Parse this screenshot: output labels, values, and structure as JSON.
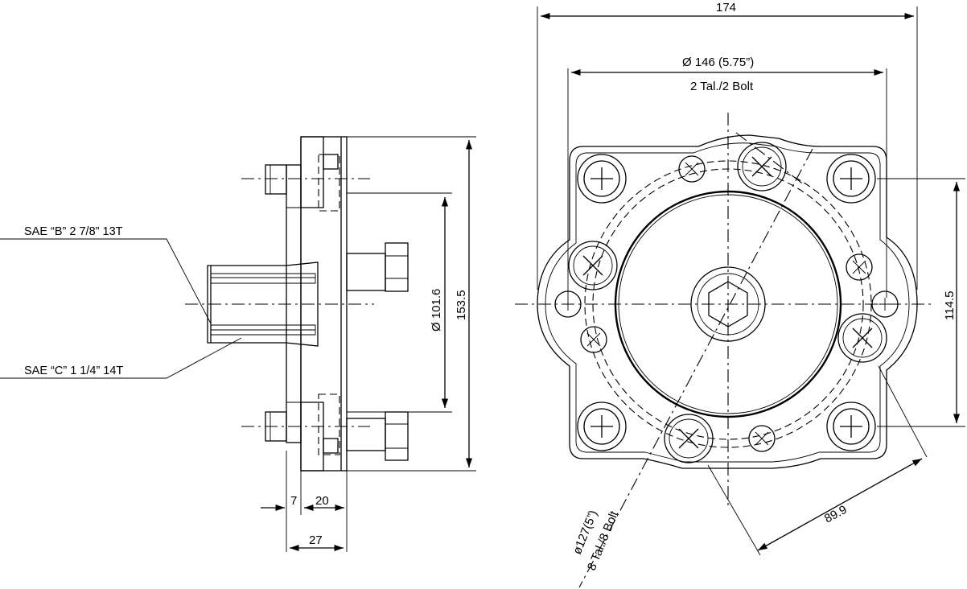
{
  "labels": {
    "spline_b": "SAE “B” 2  7/8” 13T",
    "spline_c": "SAE “C”  1 1/4” 14T"
  },
  "dimensions": {
    "width_174": "174",
    "dia_146": "Ø 146 (5.75”)",
    "bolt_2": "2 Tal./2 Bolt",
    "height_114_5": "114.5",
    "diag_89_9": "89.9",
    "dia_127": "ø127(5”)",
    "bolt_8": "8 Tal./8 Bolt",
    "dia_101_6": "Ø 101.6",
    "height_153_5": "153.5",
    "thick_7": "7",
    "thick_20": "20",
    "thick_27": "27"
  }
}
